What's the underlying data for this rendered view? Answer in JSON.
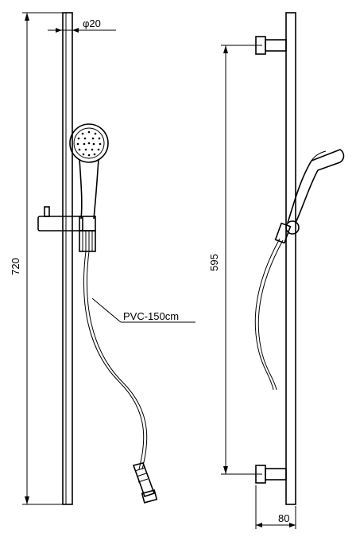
{
  "dimensions": {
    "bar_diameter": "φ20",
    "total_height": "720",
    "bracket_spacing": "595",
    "wall_offset": "80"
  },
  "labels": {
    "hose": "PVC-150cm"
  },
  "colors": {
    "ink": "#000000",
    "background": "#ffffff"
  }
}
